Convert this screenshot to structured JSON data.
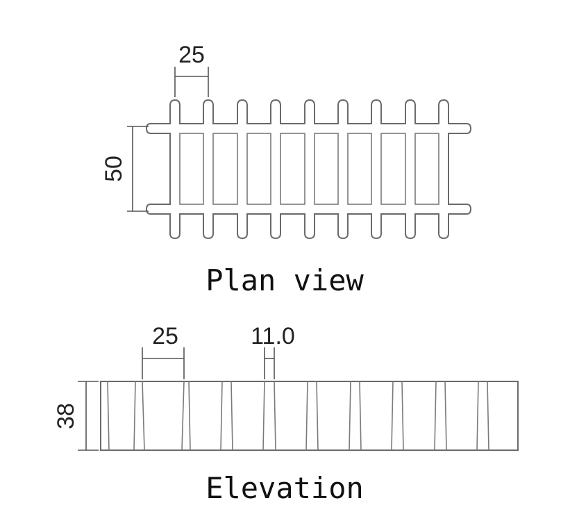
{
  "plan_view": {
    "caption": "Plan view",
    "pitch_label": "25",
    "width_label": "50"
  },
  "elevation": {
    "caption": "Elevation",
    "pitch_label": "25",
    "bar_thickness_label": "11.0",
    "height_label": "38"
  },
  "colors": {
    "stroke": "#6a6a6a",
    "text": "#111111",
    "background": "#ffffff"
  }
}
